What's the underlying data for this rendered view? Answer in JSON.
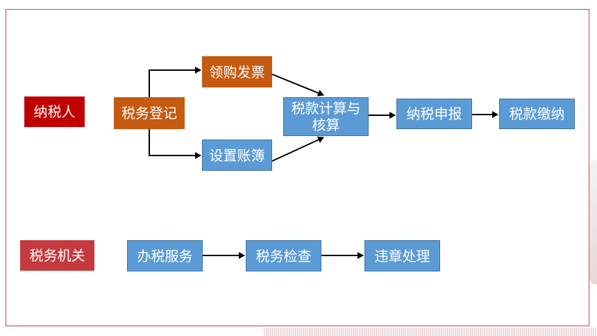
{
  "taxpayer_row": {
    "actor_label": "纳税人",
    "steps": {
      "registration": "税务登记",
      "invoice_purchase": "领购发票",
      "bookkeeping": "设置账簿",
      "calculation_line1": "税款计算与",
      "calculation_line2": "核算",
      "filing": "纳税申报",
      "payment": "税款缴纳"
    }
  },
  "authority_row": {
    "actor_label": "税务机关",
    "steps": {
      "service": "办税服务",
      "inspection": "税务检查",
      "violation_handling": "违章处理"
    }
  },
  "colors": {
    "actor": "#c00000",
    "actor_authority": "#c53a3e",
    "orange_step": "#c55a11",
    "blue_step": "#5b9bd5",
    "frame": "#c9424a"
  }
}
